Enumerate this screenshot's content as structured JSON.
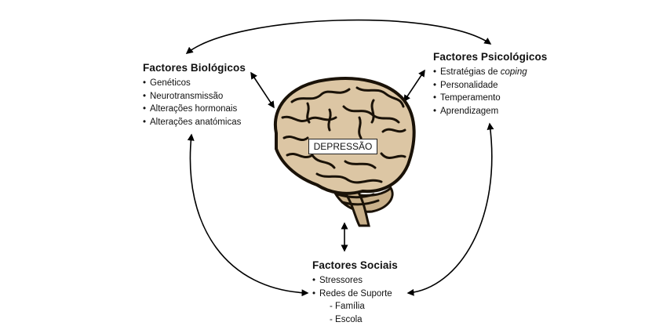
{
  "center": {
    "label": "DEPRESSÃO"
  },
  "biological": {
    "title": "Factores Biológicos",
    "items": [
      "Genéticos",
      "Neurotransmissão",
      "Alterações hormonais",
      "Alterações anatómicas"
    ]
  },
  "psychological": {
    "title": "Factores Psicológicos",
    "items": [
      {
        "prefix": "Estratégias de ",
        "emph": "coping"
      },
      {
        "text": "Personalidade"
      },
      {
        "text": "Temperamento"
      },
      {
        "text": "Aprendizagem"
      }
    ]
  },
  "social": {
    "title": "Factores Sociais",
    "items": [
      "Stressores",
      "Redes de Suporte"
    ],
    "subitems": [
      "- Família",
      "- Escola"
    ]
  },
  "icons": {
    "center": "brain-icon",
    "connectors": "double-arrow-icon"
  },
  "colors": {
    "brain_fill": "#d9c3a0",
    "brain_ink": "#1a1208",
    "arrow": "#000000"
  }
}
